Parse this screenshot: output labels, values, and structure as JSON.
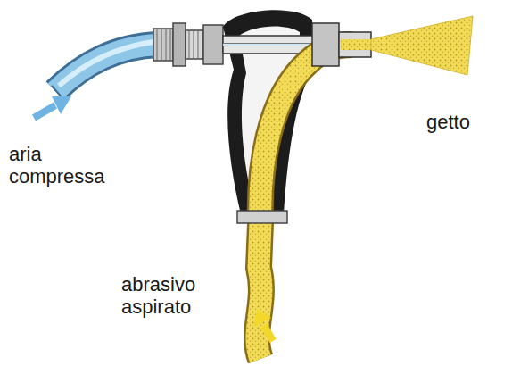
{
  "diagram": {
    "labels": [
      "aria compressa",
      "getto",
      "abrasivo aspirato"
    ]
  }
}
